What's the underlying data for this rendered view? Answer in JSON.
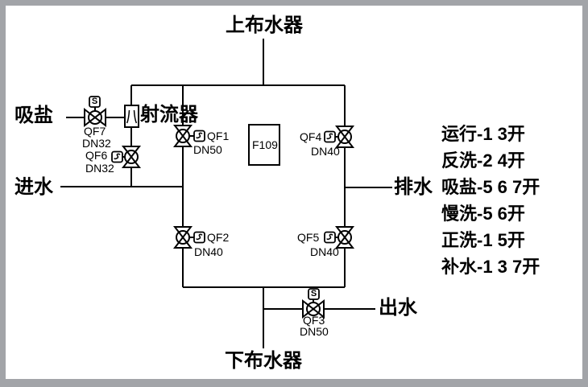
{
  "diagram": {
    "title_top": "上布水器",
    "title_bottom": "下布水器",
    "ports": {
      "salt_in": "吸盐",
      "water_in": "进水",
      "drain": "排水",
      "water_out": "出水"
    },
    "ejector_label": "射流器",
    "vessel_tag": "F109",
    "actuator_symbol": "S",
    "valves": [
      {
        "id": "QF1",
        "dn": "DN50"
      },
      {
        "id": "QF2",
        "dn": "DN40"
      },
      {
        "id": "QF3",
        "dn": "DN50"
      },
      {
        "id": "QF4",
        "dn": "DN40"
      },
      {
        "id": "QF5",
        "dn": "DN40"
      },
      {
        "id": "QF6",
        "dn": "DN32"
      },
      {
        "id": "QF7",
        "dn": "DN32"
      }
    ],
    "modes": [
      "运行-1 3开",
      "反洗-2 4开",
      "吸盐-5 6 7开",
      "慢洗-5 6开",
      "正洗-1 5开",
      "补水-1 3 7开"
    ]
  },
  "colors": {
    "line": "#000000",
    "background": "#ffffff",
    "frame": "#a2a4a8"
  }
}
